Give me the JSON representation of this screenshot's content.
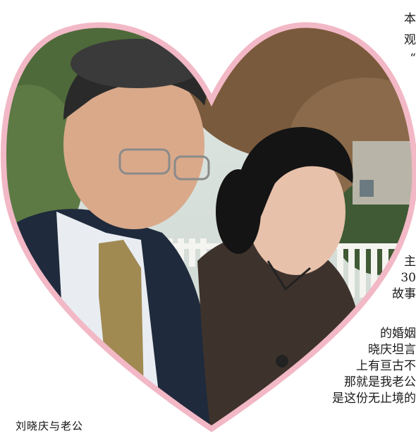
{
  "photo": {
    "description_icon": "heart-frame",
    "frame_color": "#f2b8c6"
  },
  "column_fragments": [
    "本",
    "观",
    "“",
    "主",
    "30",
    "故事",
    "的婚姻",
    "晓庆坦言",
    "上有亘古不",
    "那就是我老公",
    "是这份无止境的"
  ],
  "caption": "刘晓庆与老公"
}
